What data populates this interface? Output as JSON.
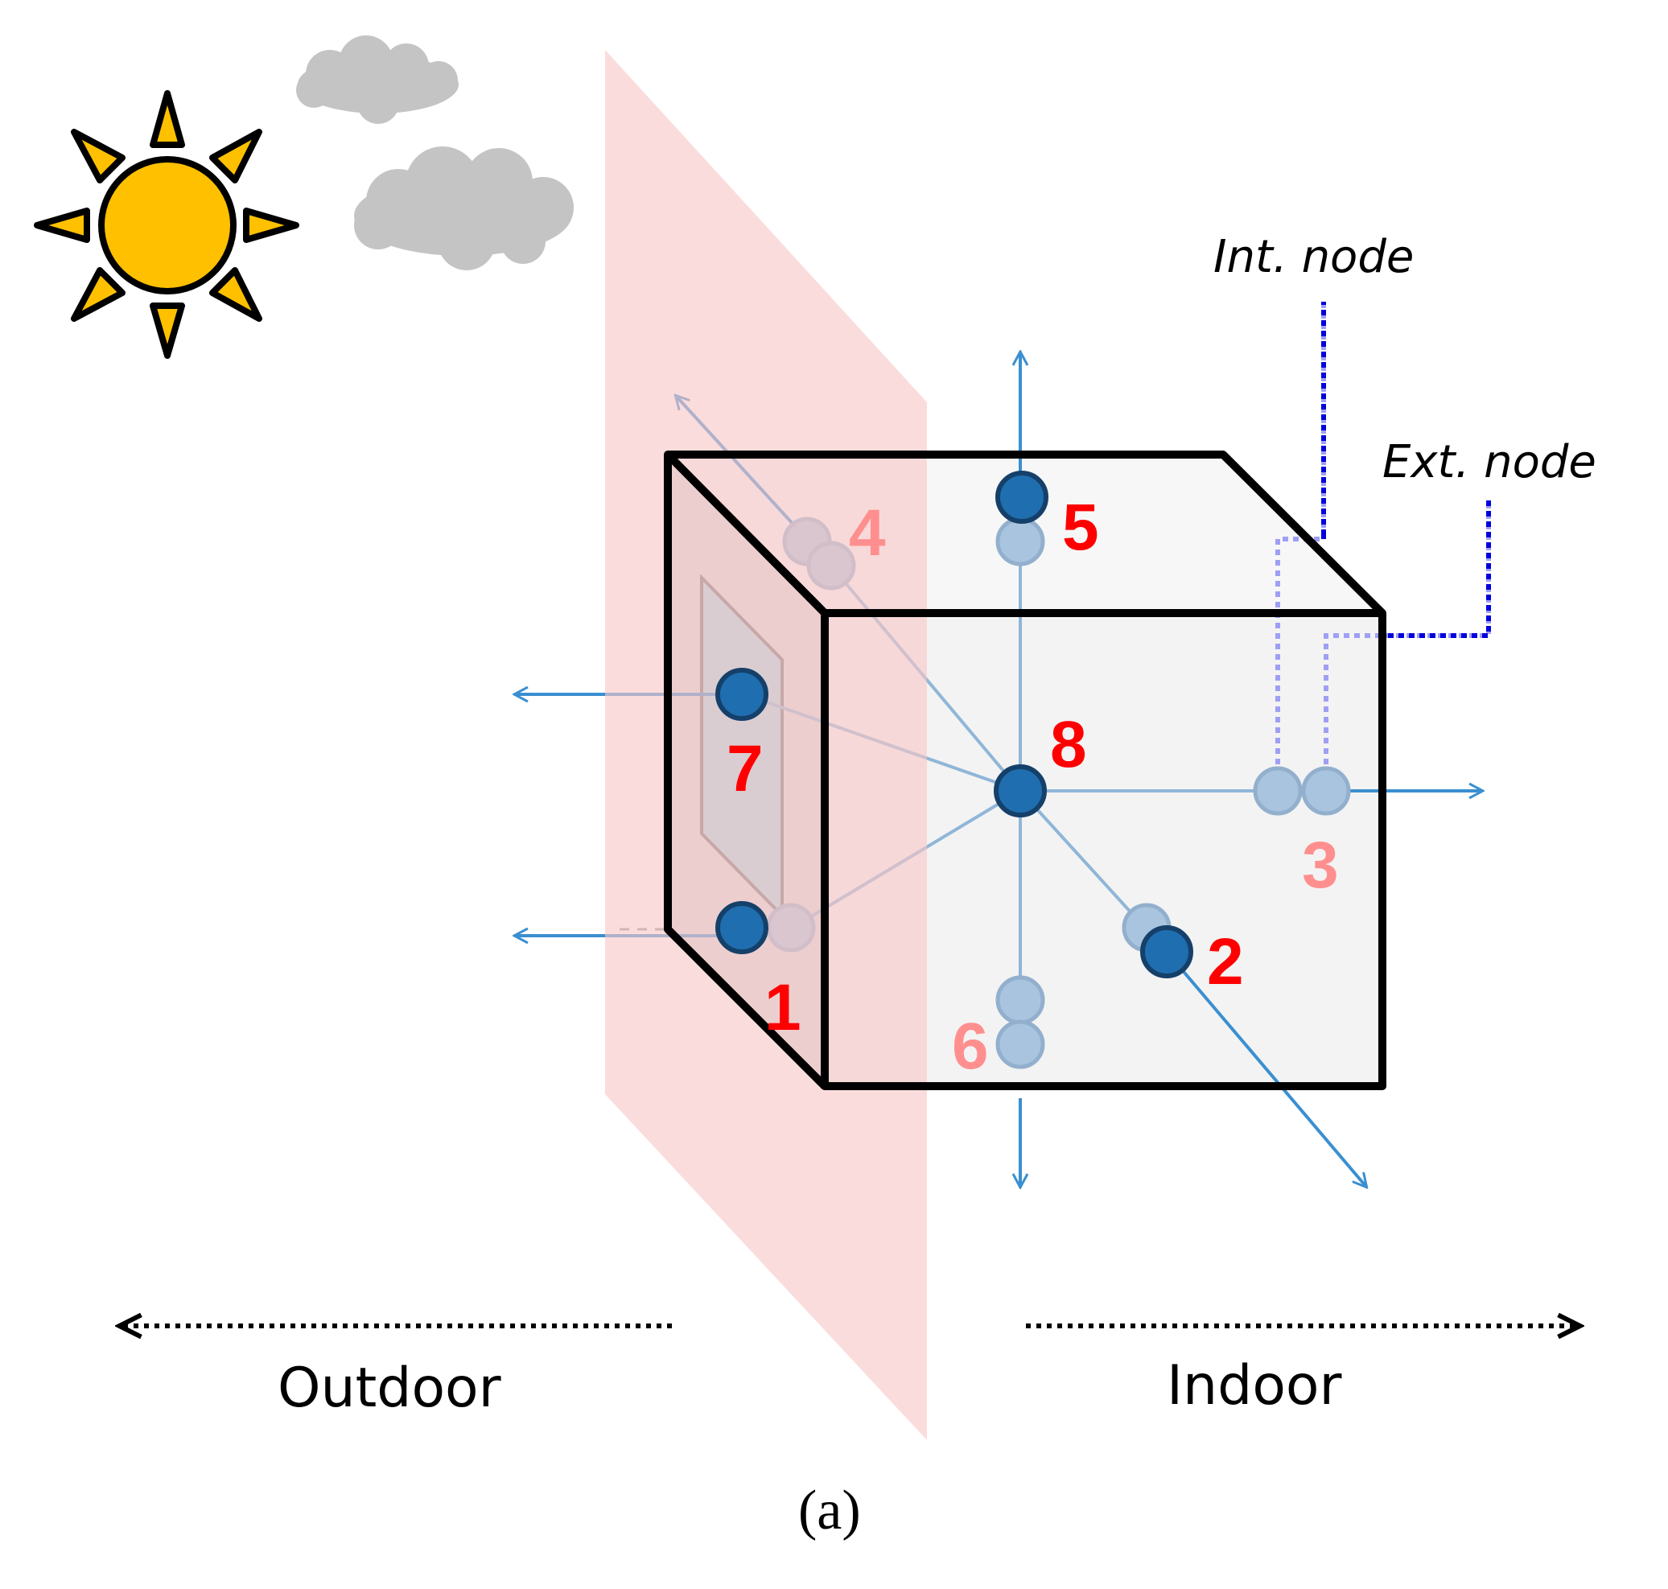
{
  "diagram": {
    "nodes": [
      {
        "id": "1",
        "label": "1",
        "visibility": "front"
      },
      {
        "id": "2",
        "label": "2",
        "visibility": "front"
      },
      {
        "id": "3",
        "label": "3",
        "visibility": "hidden"
      },
      {
        "id": "4",
        "label": "4",
        "visibility": "hidden"
      },
      {
        "id": "5",
        "label": "5",
        "visibility": "front"
      },
      {
        "id": "6",
        "label": "6",
        "visibility": "hidden"
      },
      {
        "id": "7",
        "label": "7",
        "visibility": "front"
      },
      {
        "id": "8",
        "label": "8",
        "visibility": "front"
      }
    ],
    "labels": {
      "int_node": "Int. node",
      "ext_node": "Ext. node",
      "outdoor": "Outdoor",
      "indoor": "Indoor",
      "caption": "(a)"
    },
    "icons": [
      "sun-icon",
      "cloud-icon"
    ],
    "colors": {
      "front_node": "#1f6eb0",
      "hidden_node": "#a9c4de",
      "front_label": "#ff0000",
      "hidden_label": "#ff8f8f",
      "plane": "#f8d0d0",
      "arrow": "#3a8fd0",
      "leader": "#0000dd",
      "sun": "#ffc000"
    }
  }
}
